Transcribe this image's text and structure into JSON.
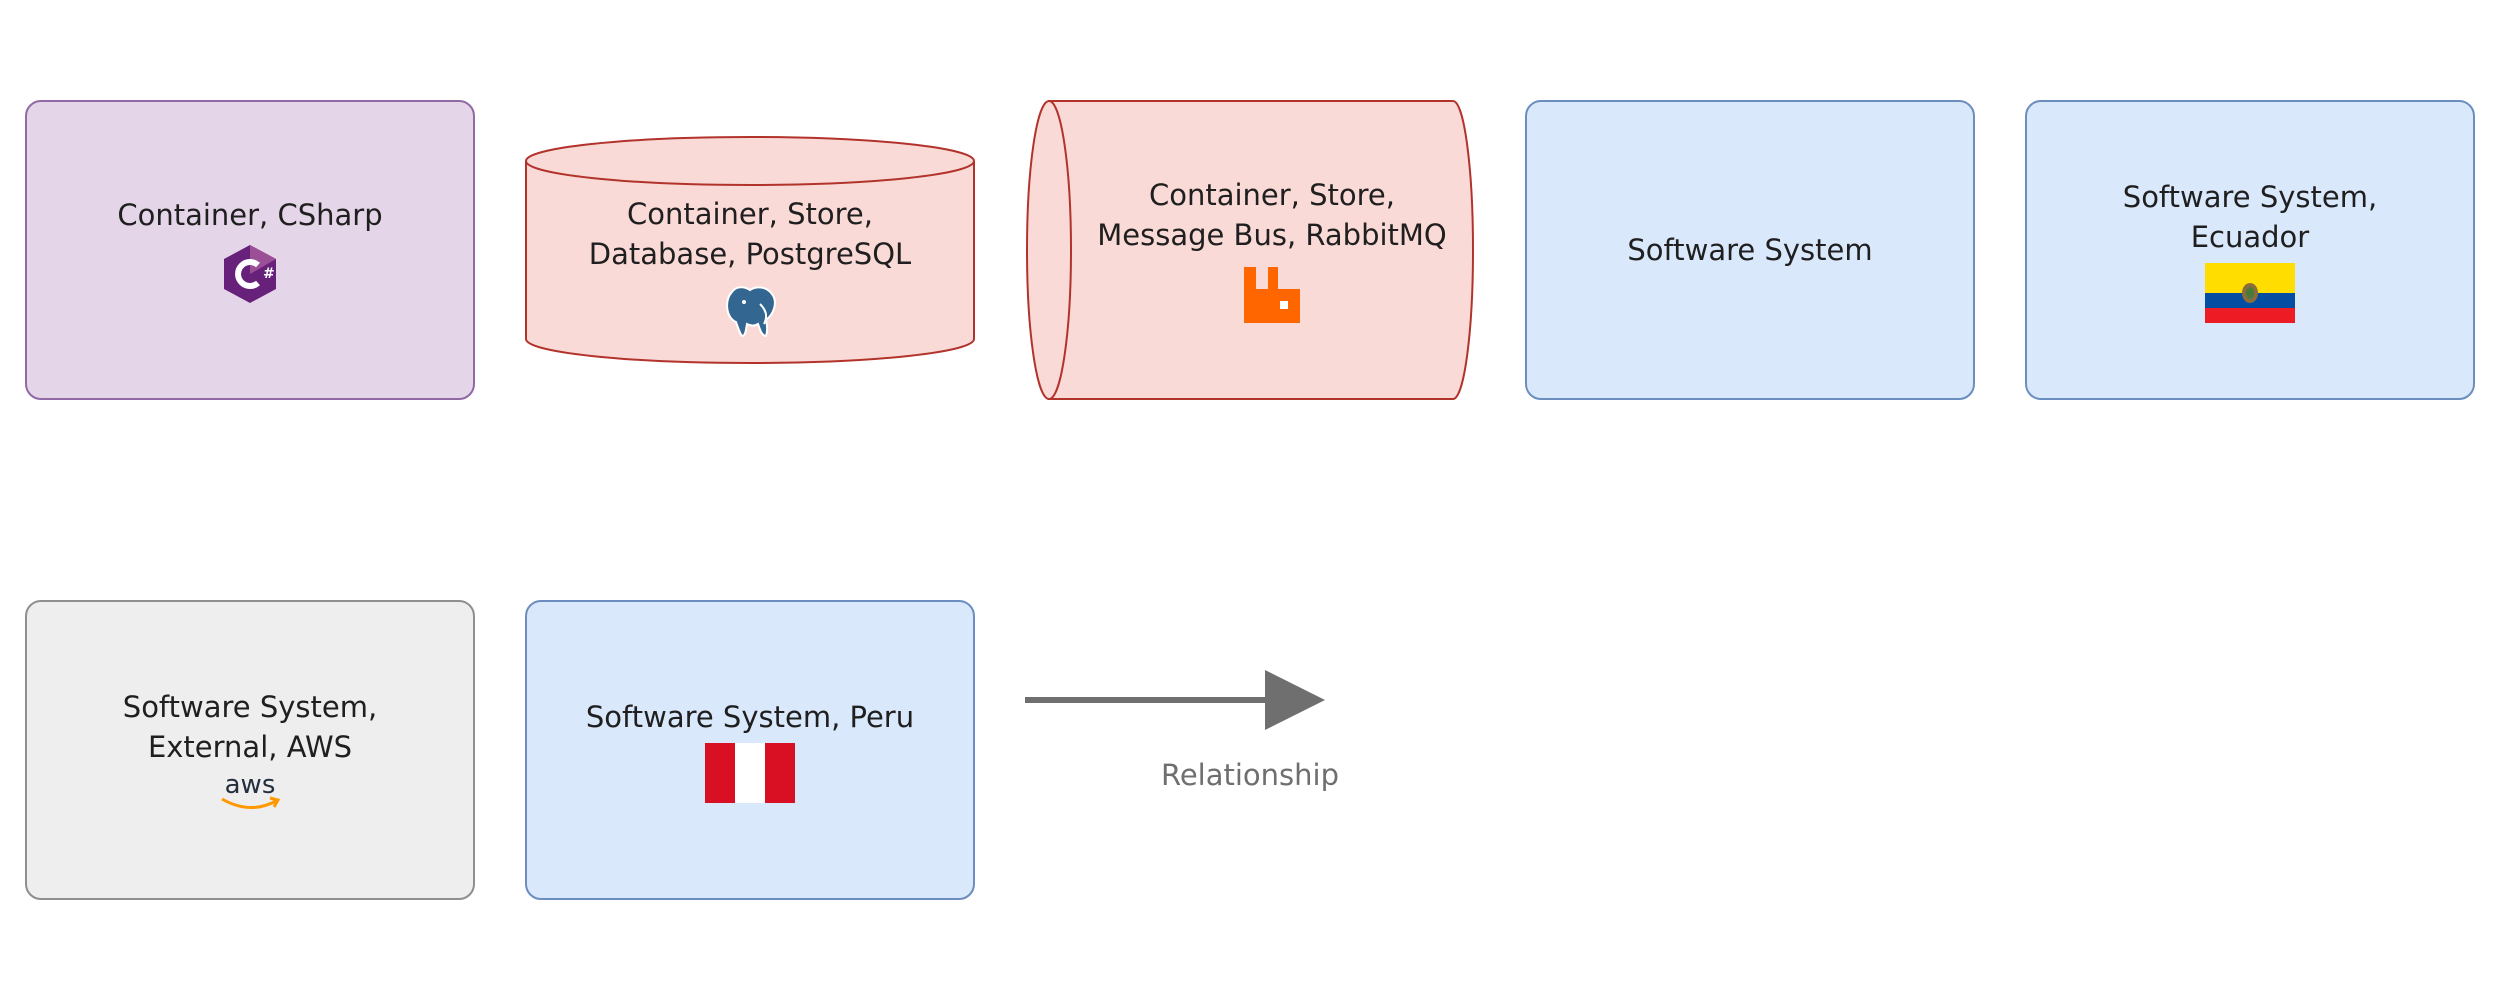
{
  "nodes": {
    "csharp": {
      "label": "Container, CSharp",
      "fill": "#e4d6e8",
      "stroke": "#9169a5",
      "icon": "csharp-icon"
    },
    "postgres": {
      "label": "Container, Store,\nDatabase, PostgreSQL",
      "fill": "#fadad7",
      "stroke": "#b2332b",
      "icon": "postgresql-elephant-icon"
    },
    "rabbitmq": {
      "label": "Container, Store,\nMessage Bus, RabbitMQ",
      "fill": "#fadad7",
      "stroke": "#b2332b",
      "icon": "rabbitmq-icon",
      "icon_color": "#ff6600"
    },
    "software_system": {
      "label": "Software System",
      "fill": "#dae8fc",
      "stroke": "#6c8ebf"
    },
    "ecuador": {
      "label": "Software System,\nEcuador",
      "fill": "#dae8fc",
      "stroke": "#6c8ebf",
      "icon": "ecuador-flag-icon"
    },
    "aws": {
      "label": "Software System,\nExternal, AWS",
      "fill": "#eeeeee",
      "stroke": "#8f8f8f",
      "icon": "aws-logo-icon",
      "icon_text": "aws"
    },
    "peru": {
      "label": "Software System, Peru",
      "fill": "#dae8fc",
      "stroke": "#6c8ebf",
      "icon": "peru-flag-icon"
    }
  },
  "relationship": {
    "label": "Relationship",
    "color": "#6f6f6f"
  }
}
